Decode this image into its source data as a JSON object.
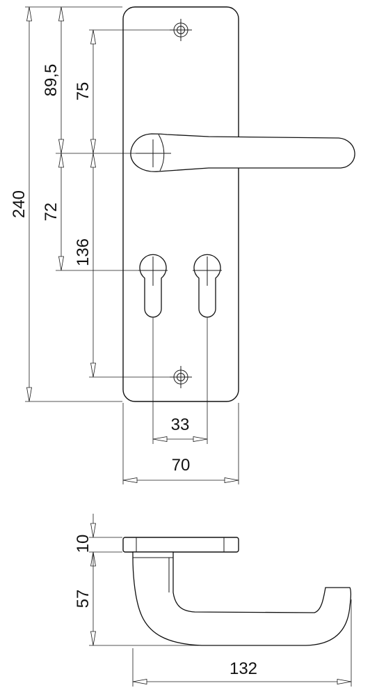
{
  "front_view": {
    "dim_total_height": "240",
    "dim_top_to_handle": "89,5",
    "dim_screw_to_handle": "75",
    "dim_handle_to_keyhole": "72",
    "dim_screw_to_screw": "136",
    "dim_keyhole_spacing": "33",
    "dim_plate_width": "70"
  },
  "side_view": {
    "dim_plate_thickness": "10",
    "dim_handle_projection": "57",
    "dim_handle_length": "132"
  },
  "colors": {
    "line": "#111111",
    "background": "#ffffff"
  }
}
